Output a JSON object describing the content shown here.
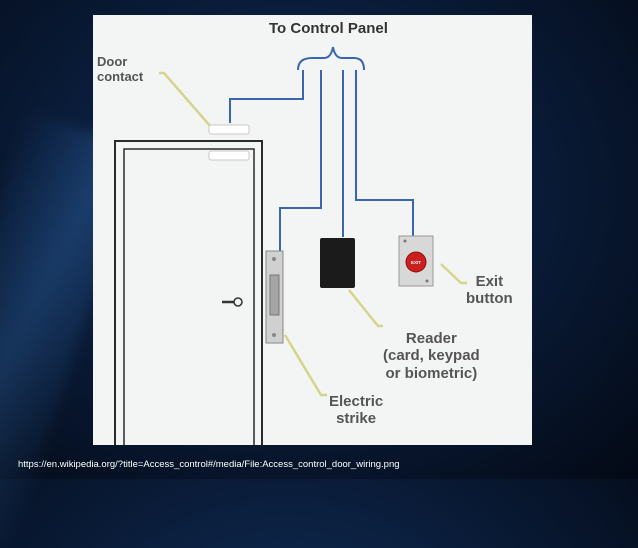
{
  "title": "To Control Panel",
  "labels": {
    "door_contact_1": "Door",
    "door_contact_2": "contact",
    "exit_1": "Exit",
    "exit_2": "button",
    "exit_text": "EXIT",
    "reader_1": "Reader",
    "reader_2": "(card, keypad",
    "reader_3": "or biometric)",
    "strike_1": "Electric",
    "strike_2": "strike"
  },
  "source_url": "https://en.wikipedia.org/?title=Access_control#/media/File:Access_control_door_wiring.png",
  "colors": {
    "wire": "#3a66b0",
    "leader": "#d6d48a",
    "exit_button": "#cc1f1f"
  }
}
